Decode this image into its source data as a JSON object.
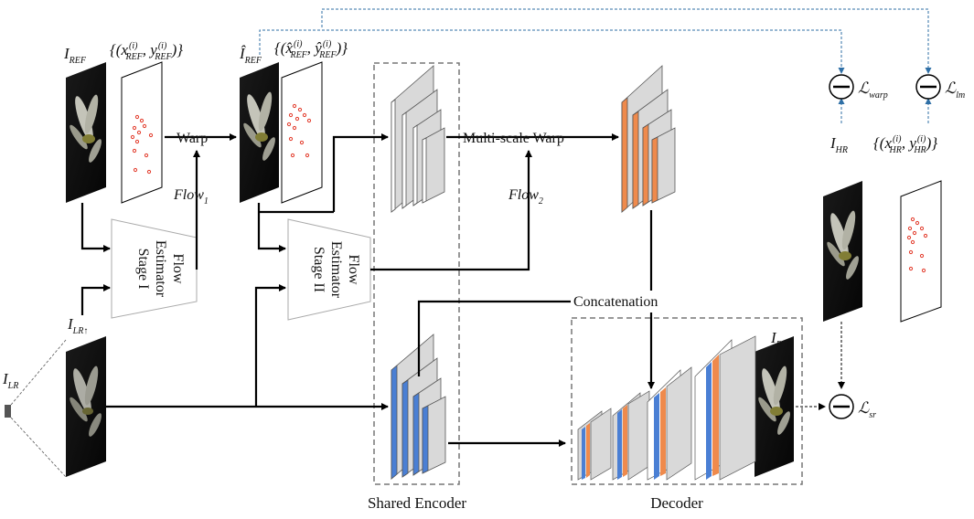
{
  "diagram": {
    "inputs": {
      "ref_symbol": "I",
      "ref_sub": "REF",
      "ref_landmarks": "{(x",
      "ref_landmarks_sup": "(i)",
      "ref_landmarks_sub": "REF",
      "ref_landmarks_mid": ", y",
      "ref_landmarks_sup2": "(i)",
      "ref_landmarks_sub2": "REF",
      "ref_landmarks_end": ")}",
      "warped_symbol": "Î",
      "warped_sub": "REF",
      "warped_landmarks": "{(x̂",
      "warped_landmarks_sup": "(i)",
      "warped_landmarks_sub": "REF",
      "warped_landmarks_mid": ", ŷ",
      "warped_landmarks_sup2": "(i)",
      "warped_landmarks_sub2": "REF",
      "warped_landmarks_end": ")}",
      "lr_up_symbol": "I",
      "lr_up_sub": "LR↑",
      "lr_symbol": "I",
      "lr_sub": "LR",
      "hr_symbol": "I",
      "hr_sub": "HR",
      "hr_landmarks": "{(x",
      "hr_landmarks_sup": "(i)",
      "hr_landmarks_sub": "HR",
      "hr_landmarks_mid": ", y",
      "hr_landmarks_sup2": "(i)",
      "hr_landmarks_sub2": "HR",
      "hr_landmarks_end": ")}",
      "pred_symbol": "I",
      "pred_sub": "P"
    },
    "ops": {
      "warp": "Warp",
      "multiscale_warp": "Multi-scale Warp",
      "flow1": "Flow",
      "flow1_sub": "1",
      "flow2": "Flow",
      "flow2_sub": "2",
      "concatenation": "Concatenation",
      "stage1_lines": [
        "Flow",
        "Estimator",
        "Stage I"
      ],
      "stage2_lines": [
        "Flow",
        "Estimator",
        "Stage II"
      ]
    },
    "losses": {
      "warp": "warp",
      "lm": "lm",
      "sr": "sr",
      "script": "ℒ"
    },
    "captions": {
      "encoder": "Shared Encoder",
      "decoder": "Decoder"
    },
    "colors": {
      "encoder_accent": "#4a7fd4",
      "warp_accent": "#ef8a4c",
      "landmark": "#e23a2a",
      "loss_link": "#2f6fa6",
      "block_face": "#d9d9d9"
    }
  }
}
